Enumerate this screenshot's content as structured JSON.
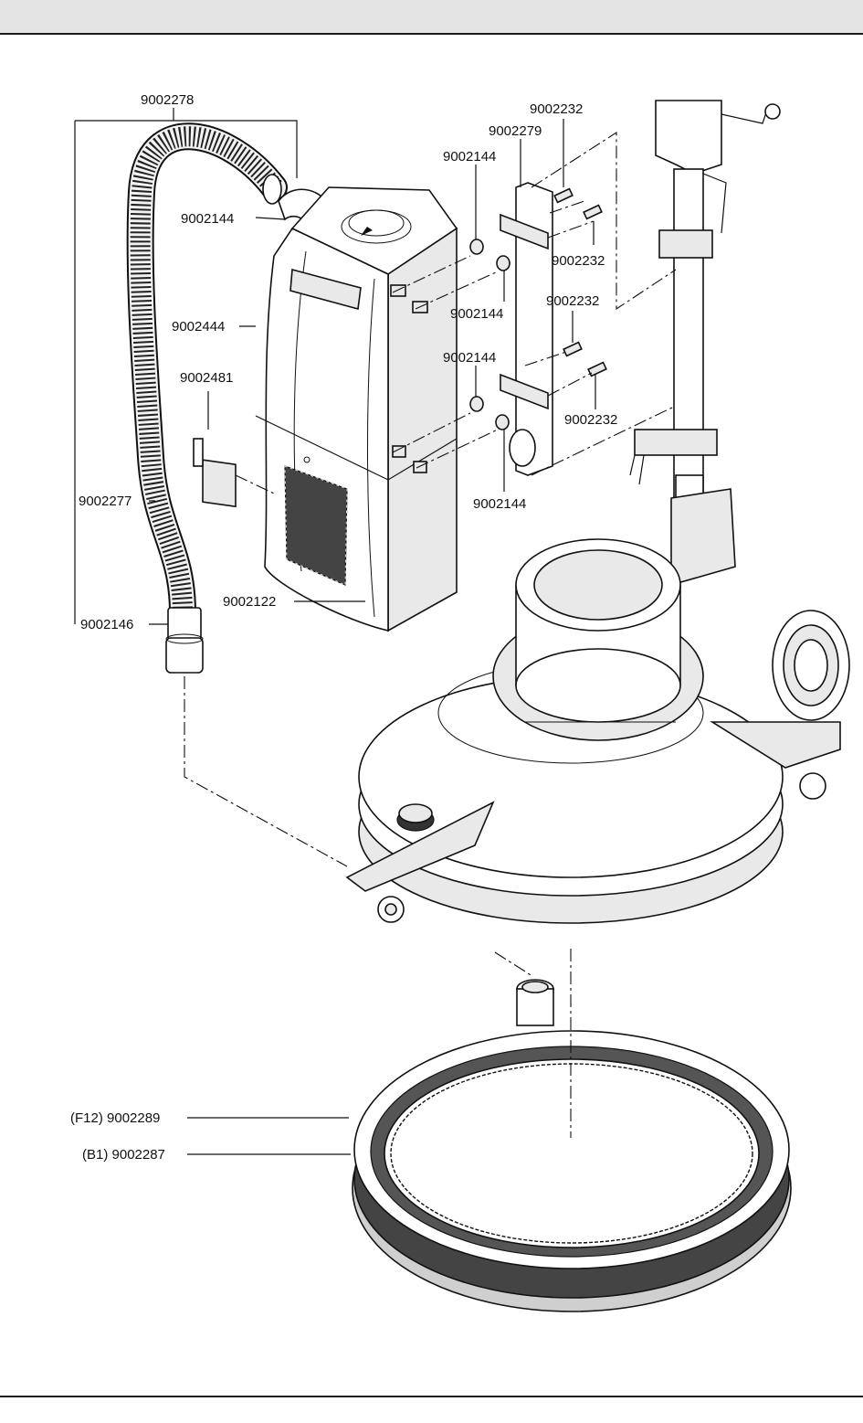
{
  "labels": {
    "hose_assembly": "9002278",
    "grommet_top": "9002144",
    "housing": "9002444",
    "switch": "9002481",
    "hose": "9002277",
    "hose_cuff": "9002146",
    "filter_box": "9002122",
    "bracket": "9002279",
    "screw_top": "9002232",
    "screw_right_1": "9002232",
    "screw_mid": "9002232",
    "screw_right_2": "9002232",
    "grommet_a": "9002144",
    "grommet_b": "9002144",
    "grommet_c": "9002144",
    "grommet_d": "9002144",
    "pad_f12": "(F12) 9002289",
    "brush_b1": "(B1) 9002287"
  }
}
